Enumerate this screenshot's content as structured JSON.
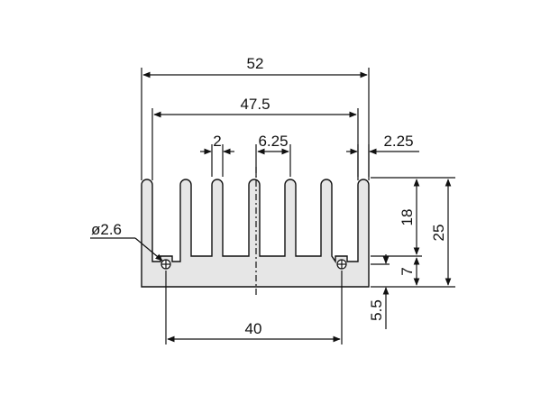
{
  "drawing": {
    "dimensions": {
      "overall_width": "52",
      "fin_span": "47.5",
      "fin_thickness": "2",
      "fin_pitch": "6.25",
      "edge_fin_thickness": "2.25",
      "hole_diameter": "ø2.6",
      "hole_spacing": "40",
      "fin_height": "18",
      "total_height": "25",
      "base_thickness": "7",
      "hole_height": "5.5"
    },
    "colors": {
      "line": "#111111",
      "fill": "#e6e6e6"
    }
  }
}
